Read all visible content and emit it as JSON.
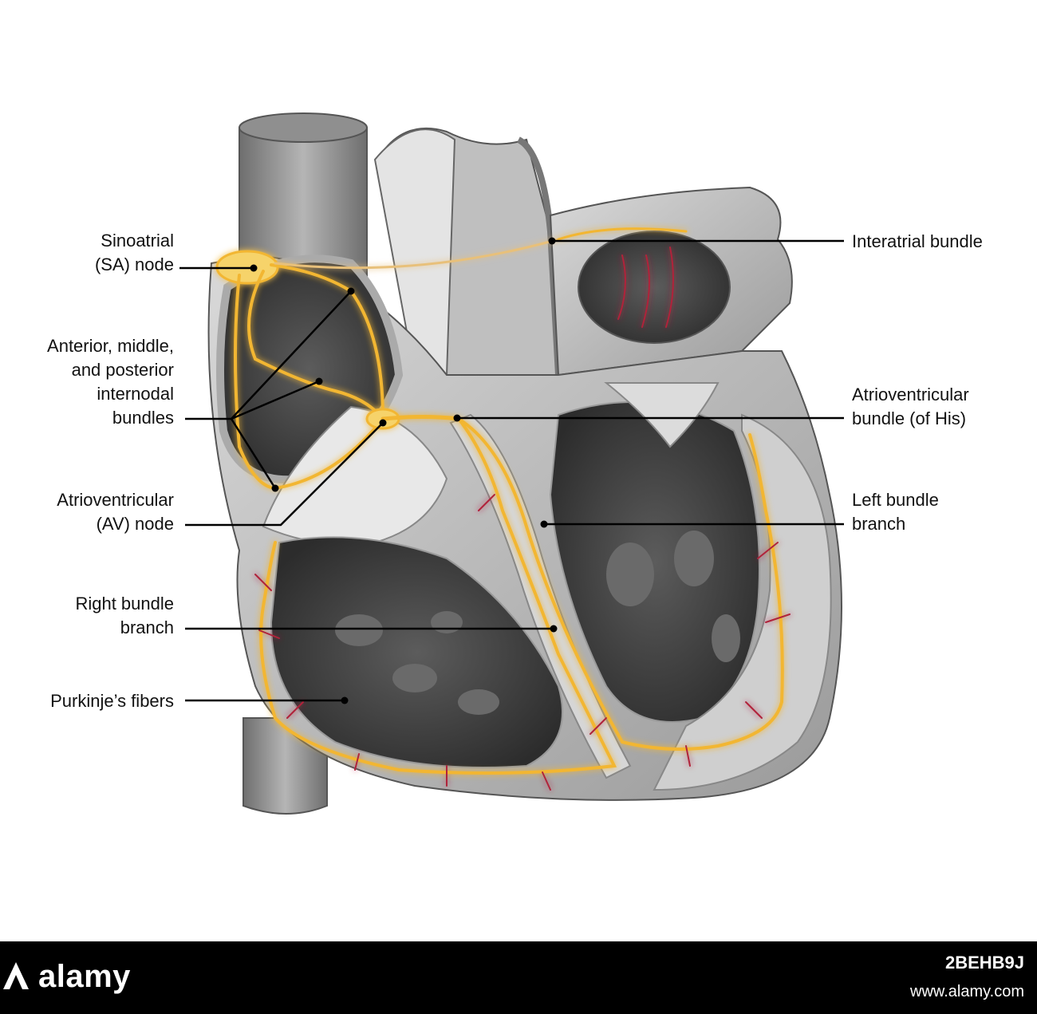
{
  "labels": {
    "sa_node": [
      "Sinoatrial",
      "(SA) node"
    ],
    "internodal": [
      "Anterior, middle,",
      "and posterior",
      "internodal",
      "bundles"
    ],
    "av_node": [
      "Atrioventricular",
      "(AV) node"
    ],
    "right_bundle": [
      "Right bundle",
      "branch"
    ],
    "purkinje": [
      "Purkinje’s fibers"
    ],
    "interatrial": [
      "Interatrial bundle"
    ],
    "his_bundle": [
      "Atrioventricular",
      "bundle (of His)"
    ],
    "left_bundle": [
      "Left bundle",
      "branch"
    ]
  },
  "footer": {
    "brand": "alamy",
    "image_id": "2BEHB9J",
    "url": "www.alamy.com"
  },
  "colors": {
    "conduction": "#f2b632",
    "glow": "#ffe58a",
    "branch_red": "#b0243a",
    "tissue": "#c9c9c9",
    "tissue_dark": "#7a7a7a",
    "cavity": "#4a4a4a"
  }
}
